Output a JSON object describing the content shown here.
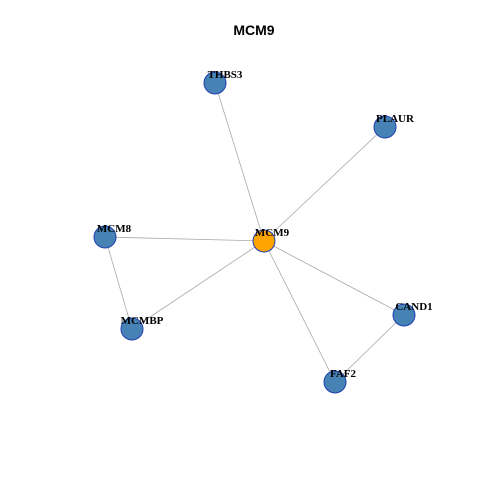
{
  "title": "MCM9",
  "colors": {
    "center_node": "#ffa500",
    "other_node": "#4682b4",
    "node_border": "#1f3fb0",
    "edge": "#aaaaaa"
  },
  "nodes": [
    {
      "id": "MCM9",
      "label": "MCM9",
      "center": true
    },
    {
      "id": "THBS3",
      "label": "THBS3"
    },
    {
      "id": "PLAUR",
      "label": "PLAUR"
    },
    {
      "id": "MCM8",
      "label": "MCM8"
    },
    {
      "id": "MCMBP",
      "label": "MCMBP"
    },
    {
      "id": "CAND1",
      "label": "CAND1"
    },
    {
      "id": "FAF2",
      "label": "FAF2"
    }
  ],
  "edges": [
    [
      "MCM9",
      "THBS3"
    ],
    [
      "MCM9",
      "PLAUR"
    ],
    [
      "MCM9",
      "MCM8"
    ],
    [
      "MCM9",
      "MCMBP"
    ],
    [
      "MCM9",
      "CAND1"
    ],
    [
      "MCM9",
      "FAF2"
    ],
    [
      "MCM8",
      "MCMBP"
    ],
    [
      "CAND1",
      "FAF2"
    ]
  ]
}
